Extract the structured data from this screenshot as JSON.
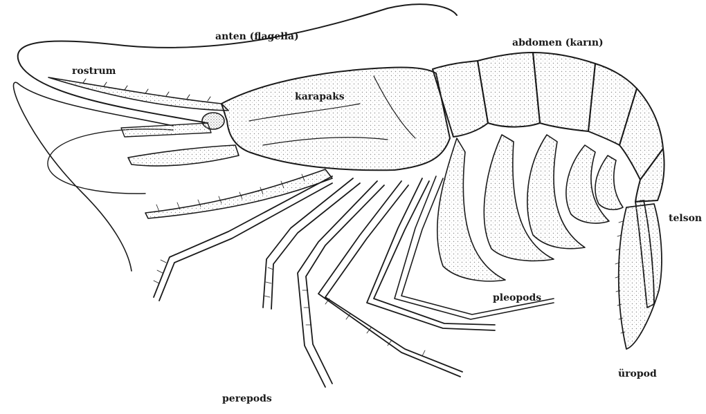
{
  "labels": {
    "anten": "anten (flagella)",
    "abdomen": "abdomen (karın)",
    "rostrum": "rostrum",
    "karapaks": "karapaks",
    "telson": "telson",
    "pleopods": "pleopods",
    "uropod": "üropod",
    "perepods": "perepods"
  },
  "colors": {
    "ink": "#1a1a1a",
    "background": "#ffffff",
    "stipple": "#9a9a9a"
  }
}
